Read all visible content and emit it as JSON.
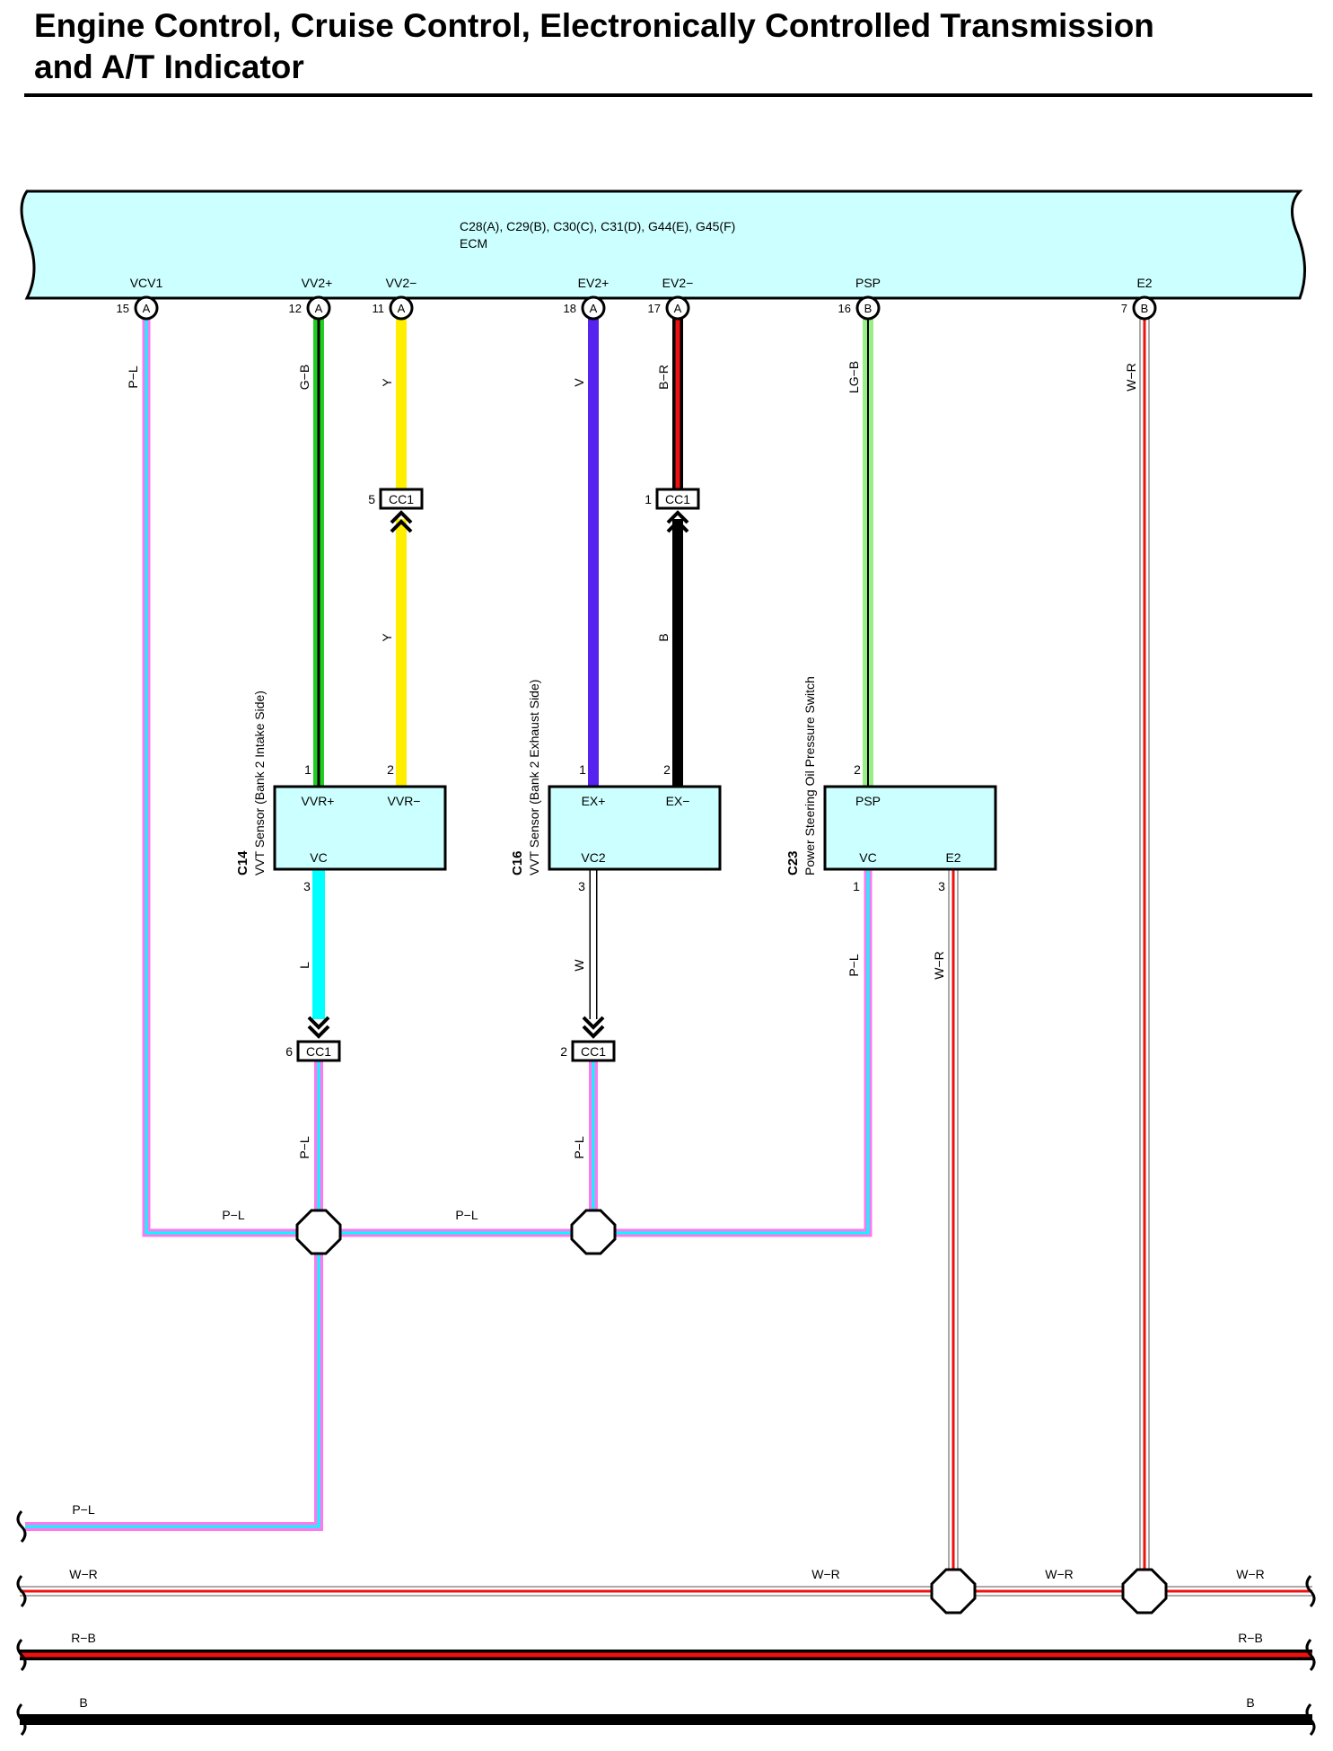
{
  "title": {
    "line1": "Engine Control, Cruise Control, Electronically Controlled Transmission",
    "line2": "and A/T Indicator"
  },
  "ecm": {
    "connectors": "C28(A), C29(B), C30(C), C31(D), G44(E), G45(F)",
    "name": "ECM",
    "color": "#ccffff",
    "pins": [
      {
        "label": "VCV1",
        "num": "15",
        "conn": "A"
      },
      {
        "label": "VV2+",
        "num": "12",
        "conn": "A"
      },
      {
        "label": "VV2−",
        "num": "11",
        "conn": "A"
      },
      {
        "label": "EV2+",
        "num": "18",
        "conn": "A"
      },
      {
        "label": "EV2−",
        "num": "17",
        "conn": "A"
      },
      {
        "label": "PSP",
        "num": "16",
        "conn": "B"
      },
      {
        "label": "E2",
        "num": "7",
        "conn": "B"
      }
    ]
  },
  "wire_labels": {
    "vcv1": "P−L",
    "vv2p": "G−B",
    "vv2m_top": "Y",
    "vv2m_bottom": "Y",
    "ev2p": "V",
    "ev2m_top": "B−R",
    "ev2m_bottom": "B",
    "psp": "LG−B",
    "e2": "W−R",
    "c14_vc": "L",
    "c16_vc": "W",
    "c23_vc": "P−L",
    "c23_e2": "W−R",
    "cc1_6_down": "P−L",
    "cc1_2_down": "P−L",
    "horiz_left": "P−L",
    "horiz_mid": "P−L"
  },
  "inline_connectors": [
    {
      "pin": "5",
      "name": "CC1"
    },
    {
      "pin": "1",
      "name": "CC1"
    },
    {
      "pin": "6",
      "name": "CC1"
    },
    {
      "pin": "2",
      "name": "CC1"
    }
  ],
  "components": {
    "c14": {
      "code": "C14",
      "desc": "VVT Sensor (Bank 2 Intake Side)",
      "p1": "1",
      "p2": "2",
      "p3": "3",
      "t1": "VVR+",
      "t2": "VVR−",
      "t3": "VC"
    },
    "c16": {
      "code": "C16",
      "desc": "VVT Sensor (Bank 2 Exhaust Side)",
      "p1": "1",
      "p2": "2",
      "p3": "3",
      "t1": "EX+",
      "t2": "EX−",
      "t3": "VC2"
    },
    "c23": {
      "code": "C23",
      "desc": "Power Steering Oil Pressure Switch",
      "p2": "2",
      "p1": "1",
      "p3": "3",
      "t1": "PSP",
      "t2": "VC",
      "t3": "E2"
    }
  },
  "bus_labels": {
    "pl": "P−L",
    "wr_left": "W−R",
    "wr_mid": "W−R",
    "wr_mid2": "W−R",
    "wr_right": "W−R",
    "rb_left": "R−B",
    "rb_right": "R−B",
    "b_left": "B",
    "b_right": "B"
  },
  "colors": {
    "pink": "#ff77ee",
    "cyan": "#00ffff",
    "green": "#22cc22",
    "light_green": "#99ee88",
    "yellow": "#ffee00",
    "violet": "#5522ee",
    "red": "#ee1111",
    "black": "#000000"
  }
}
